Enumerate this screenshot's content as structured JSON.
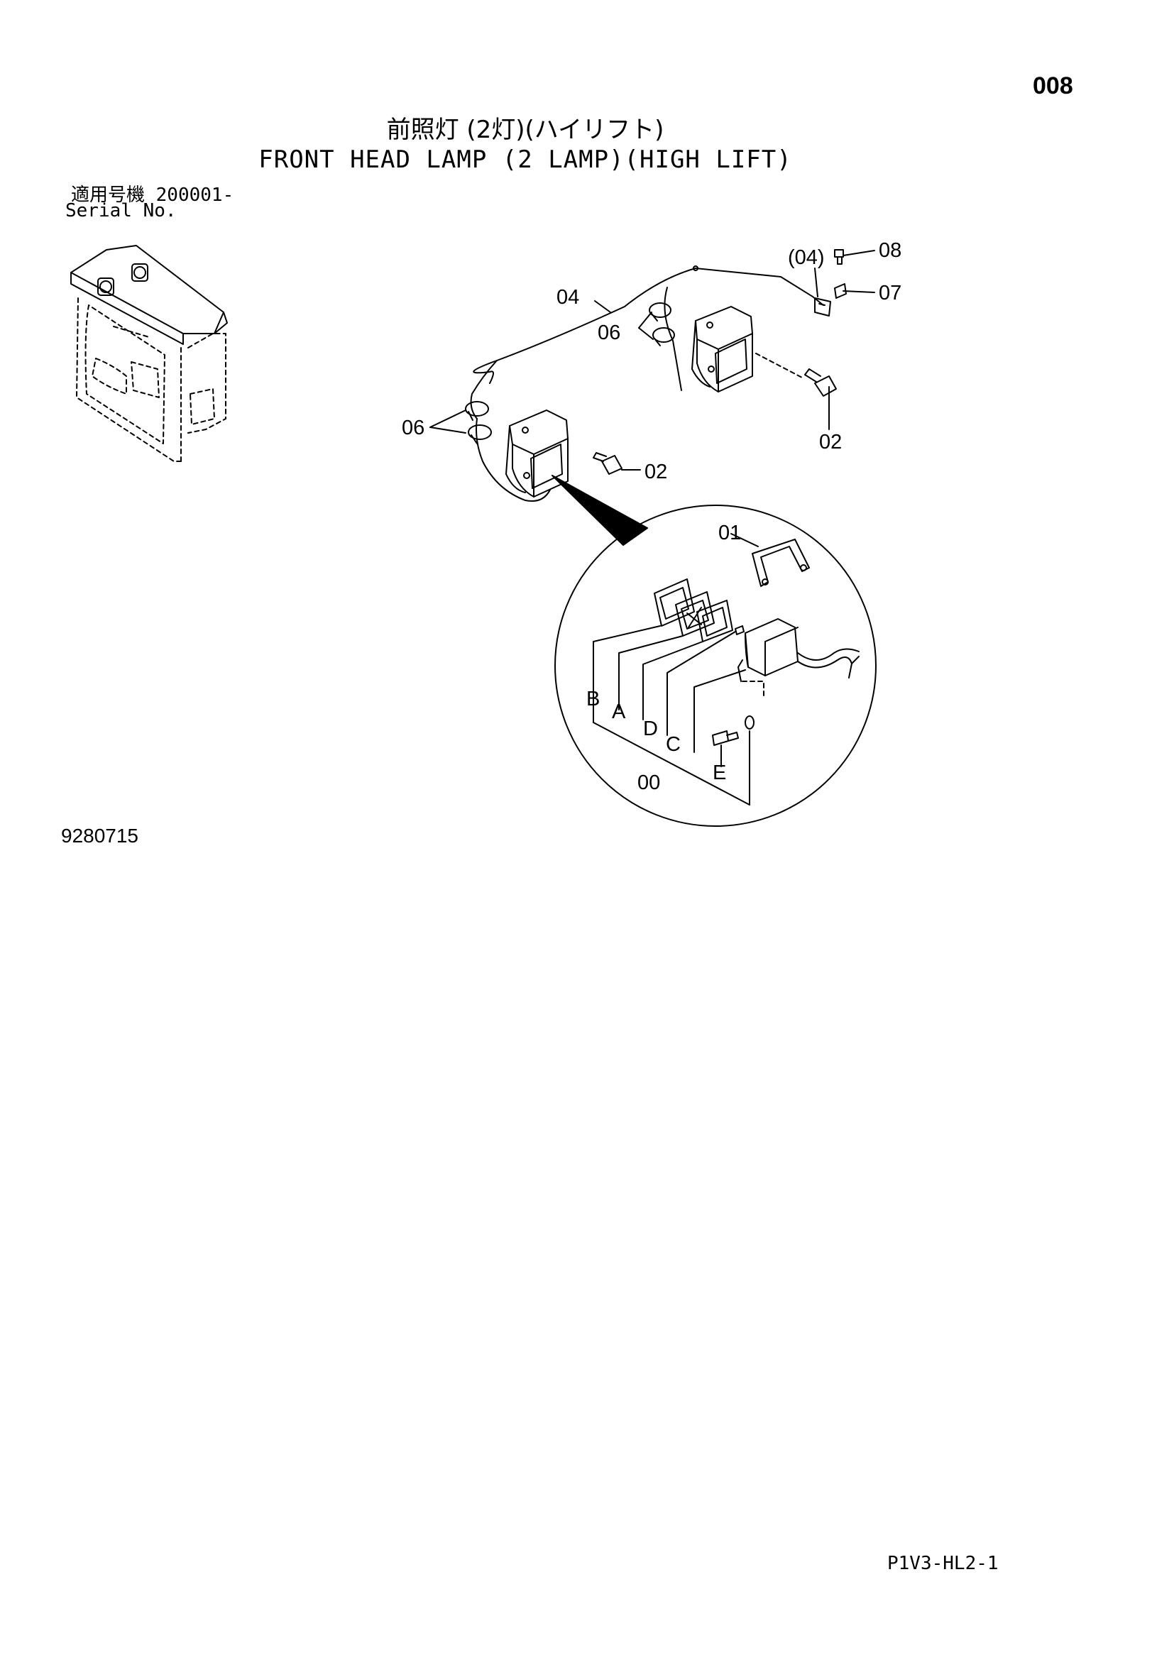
{
  "header": {
    "page_number": "008",
    "title_jp": "前照灯 (2灯)(ハイリフト)",
    "title_en": "FRONT HEAD LAMP (2 LAMP)(HIGH LIFT)",
    "serial_jp": "適用号機  200001-",
    "serial_en": "Serial No."
  },
  "callouts": {
    "c_04": "04",
    "c_04p": "(04)",
    "c_08": "08",
    "c_07": "07",
    "c_06a": "06",
    "c_06b": "06",
    "c_02a": "02",
    "c_02b": "02",
    "c_01": "01",
    "c_B": "B",
    "c_A": "A",
    "c_D": "D",
    "c_C": "C",
    "c_00": "00",
    "c_E": "E"
  },
  "footer": {
    "figure_number": "9280715",
    "page_code": "P1V3-HL2-1"
  }
}
